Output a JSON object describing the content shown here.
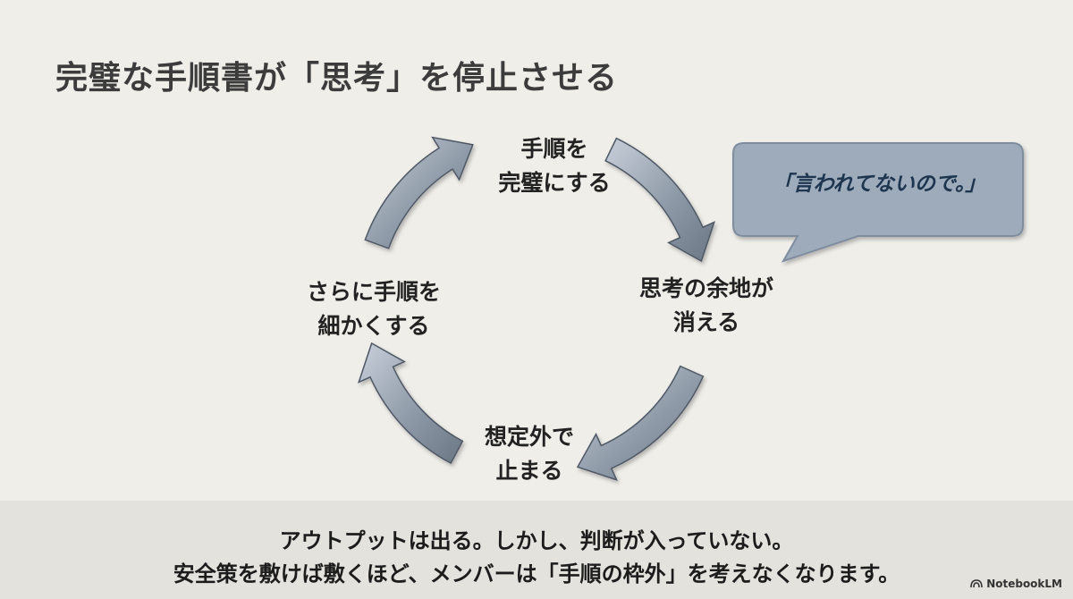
{
  "title": "完璧な手順書が「思考」を停止させる",
  "cycle": {
    "nodes": [
      {
        "line1": "手順を",
        "line2": "完璧にする"
      },
      {
        "line1": "思考の余地が",
        "line2": "消える"
      },
      {
        "line1": "想定外で",
        "line2": "止まる"
      },
      {
        "line1": "さらに手順を",
        "line2": "細かくする"
      }
    ],
    "arrow_colors": {
      "light": "#c4ccd6",
      "dark": "#6e7a88",
      "stroke": "#4f5966"
    }
  },
  "speech_bubble": {
    "text": "「言われてないので。」",
    "fill": "#9eabba",
    "stroke": "#7e8da0"
  },
  "caption": {
    "line1": "アウトプットは出る。しかし、判断が入っていない。",
    "line2": "安全策を敷けば敷くほど、メンバーは「手順の枠外」を考えなくなります。"
  },
  "brand": {
    "label": "NotebookLM"
  }
}
